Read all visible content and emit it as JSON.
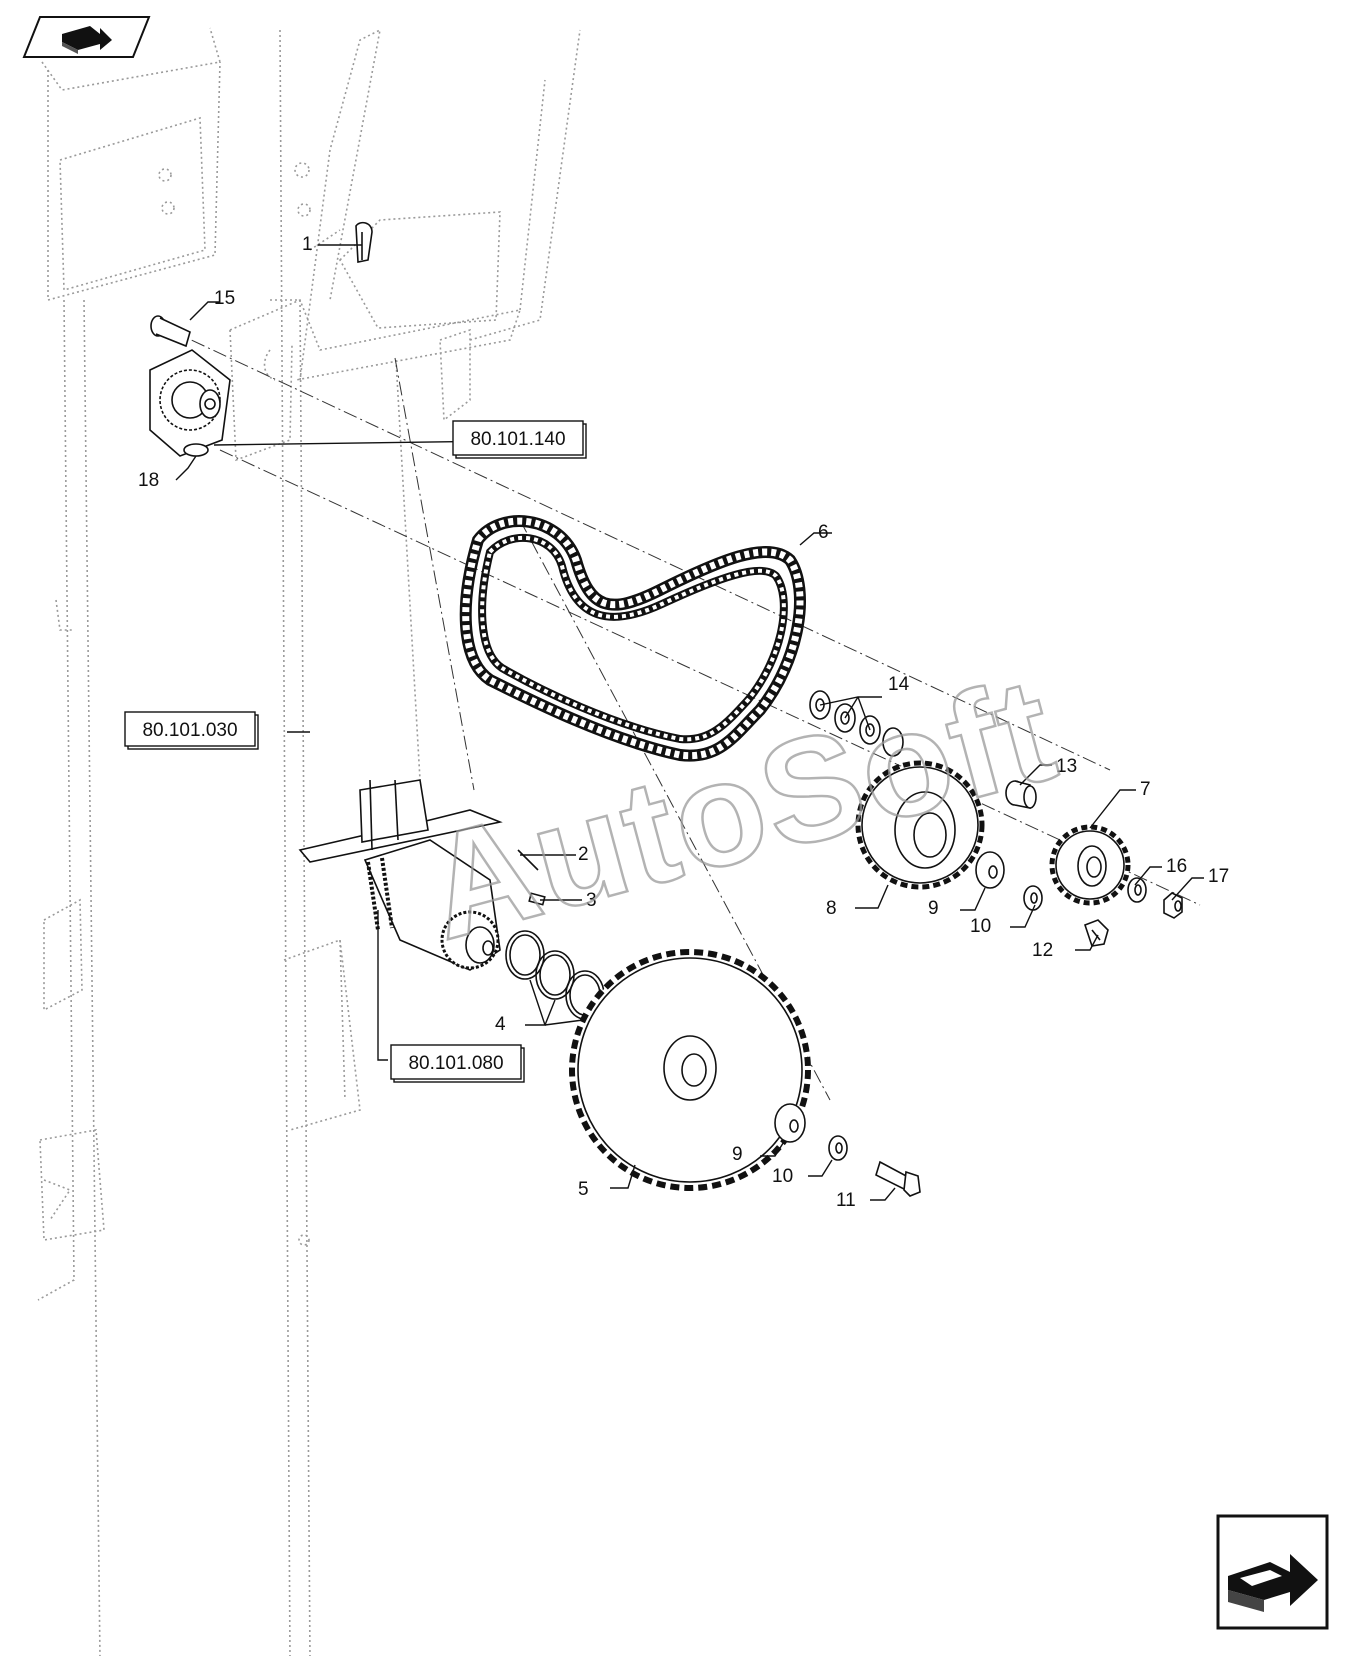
{
  "diagram": {
    "callouts": [
      {
        "id": "1",
        "label": "1"
      },
      {
        "id": "2",
        "label": "2"
      },
      {
        "id": "3",
        "label": "3"
      },
      {
        "id": "4",
        "label": "4"
      },
      {
        "id": "5",
        "label": "5"
      },
      {
        "id": "6",
        "label": "6"
      },
      {
        "id": "7",
        "label": "7"
      },
      {
        "id": "8",
        "label": "8"
      },
      {
        "id": "9a",
        "label": "9"
      },
      {
        "id": "9b",
        "label": "9"
      },
      {
        "id": "10a",
        "label": "10"
      },
      {
        "id": "10b",
        "label": "10"
      },
      {
        "id": "11",
        "label": "11"
      },
      {
        "id": "12",
        "label": "12"
      },
      {
        "id": "13",
        "label": "13"
      },
      {
        "id": "14",
        "label": "14"
      },
      {
        "id": "15",
        "label": "15"
      },
      {
        "id": "16",
        "label": "16"
      },
      {
        "id": "17",
        "label": "17"
      },
      {
        "id": "18",
        "label": "18"
      }
    ],
    "references": {
      "ref_140": "80.101.140",
      "ref_030": "80.101.030",
      "ref_080": "80.101.080"
    },
    "watermark": "AutoSoft",
    "icons": {
      "top_left": "navigation-arrow-icon",
      "bottom_right": "next-page-arrow-icon"
    }
  }
}
